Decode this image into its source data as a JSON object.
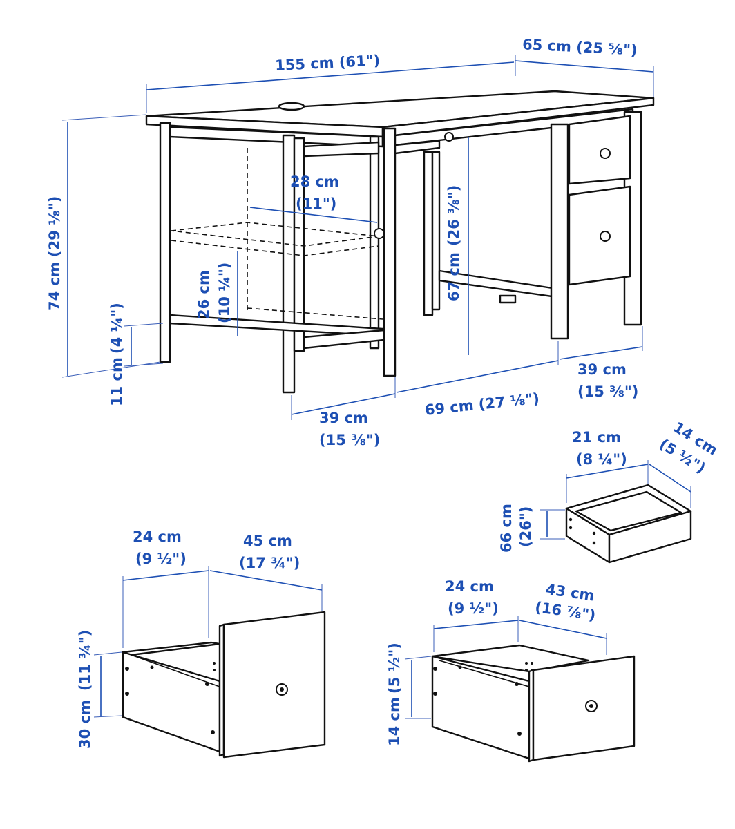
{
  "desk": {
    "width": "155 cm (61\")",
    "depth": "65 cm (25 ⅝\")",
    "height_cm": "74 cm",
    "height_in": "(29 ⅛\")",
    "inner_depth_cm": "28 cm",
    "inner_depth_in": "(11\")",
    "shelf_height_cm": "26 cm",
    "shelf_height_in": "(10 ¼\")",
    "leg_clear_cm": "67 cm",
    "leg_clear_in": "(26 ⅜\")",
    "floor_clear_cm": "11 cm",
    "floor_clear_in": "(4 ¼\")",
    "left_section_cm": "39 cm",
    "left_section_in": "(15 ⅜\")",
    "middle_section": "69 cm (27 ⅛\")",
    "right_section_cm": "39 cm",
    "right_section_in": "(15 ⅜\")"
  },
  "small_drawer": {
    "width_cm": "21 cm",
    "width_in": "(8 ¼\")",
    "depth_cm": "14 cm",
    "depth_in": "(5 ½\")",
    "height_cm": "66 cm",
    "height_in": "(26\")"
  },
  "large_drawer": {
    "width_cm": "24 cm",
    "width_in": "(9 ½\")",
    "depth_cm": "45 cm",
    "depth_in": "(17 ¾\")",
    "height_cm": "30 cm",
    "height_in": "(11 ¾\")"
  },
  "medium_drawer": {
    "width_cm": "24 cm",
    "width_in": "(9 ½\")",
    "depth_cm": "43 cm",
    "depth_in": "(16 ⅞\")",
    "height_cm": "14 cm",
    "height_in": "(5 ½\")"
  },
  "colors": {
    "dimension": "#1d4fb3",
    "line_art": "#111111"
  }
}
